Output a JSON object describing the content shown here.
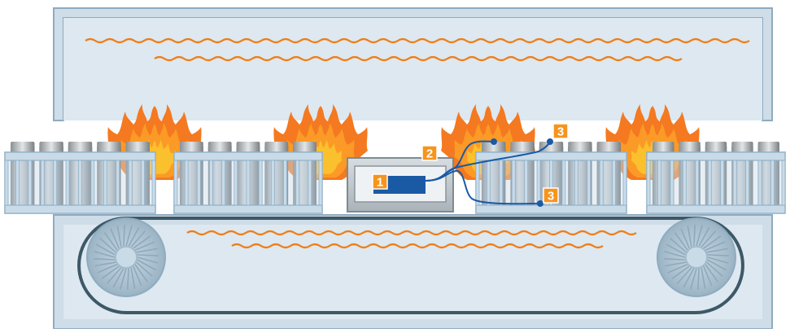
{
  "diagram": {
    "callouts": [
      {
        "id": "logger",
        "label": "1"
      },
      {
        "id": "logger-housing",
        "label": "2"
      },
      {
        "id": "probe-top",
        "label": "3"
      },
      {
        "id": "probe-bottom",
        "label": "3"
      }
    ]
  },
  "colors": {
    "oven_fill": "#cfdde8",
    "oven_stroke": "#8eabc0",
    "rack_fill": "#c9dbe8",
    "rack_stroke": "#8fb0c8",
    "belt": "#3d5866",
    "heat_wave": "#f07d16",
    "flame_outer": "#f47920",
    "flame_inner": "#fbc02d",
    "callout": "#f7941d",
    "logger_screen": "#1a5aa5",
    "probe_wire": "#1a5aa5"
  },
  "icons": {
    "flame": "flame-icon",
    "heat_wave": "heat-wave-icon",
    "pulley": "pulley-wheel-icon"
  }
}
